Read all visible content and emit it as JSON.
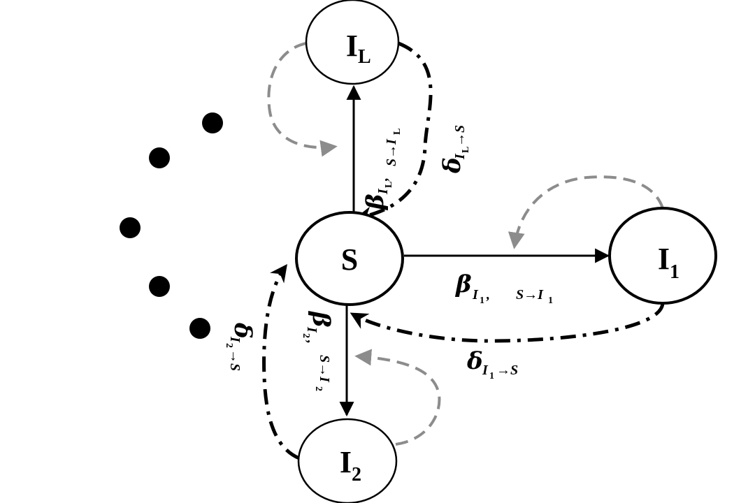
{
  "nodes": {
    "S": {
      "label": "S"
    },
    "IL": {
      "label": "I",
      "sub": "L"
    },
    "I1": {
      "label": "I",
      "sub": "1"
    },
    "I2": {
      "label": "I",
      "sub": "2"
    }
  },
  "edges": {
    "beta_L": {
      "greek": "β",
      "sub": "I",
      "subsub": "L",
      "sep": ",",
      "rest": "S→I",
      "restsub": "L"
    },
    "delta_L": {
      "greek": "δ",
      "sub": "I",
      "subsub": "L",
      "rest": "→S"
    },
    "beta_1": {
      "greek": "β",
      "sub": "I",
      "subsub": "1",
      "sep": ",",
      "rest": "S→I",
      "restsub": "1"
    },
    "delta_1": {
      "greek": "δ",
      "sub": "I",
      "subsub": "1",
      "rest": "→S"
    },
    "beta_2": {
      "greek": "β",
      "sub": "I",
      "subsub": "2",
      "sep": ",",
      "rest": "S→I",
      "restsub": "2"
    },
    "delta_2": {
      "greek": "δ",
      "sub": "I",
      "subsub": "2",
      "rest": "→S"
    }
  },
  "colors": {
    "stroke": "#000000",
    "self_loop": "#8c8c8c",
    "background": "#ffffff"
  },
  "ellipsis_dots": 5
}
